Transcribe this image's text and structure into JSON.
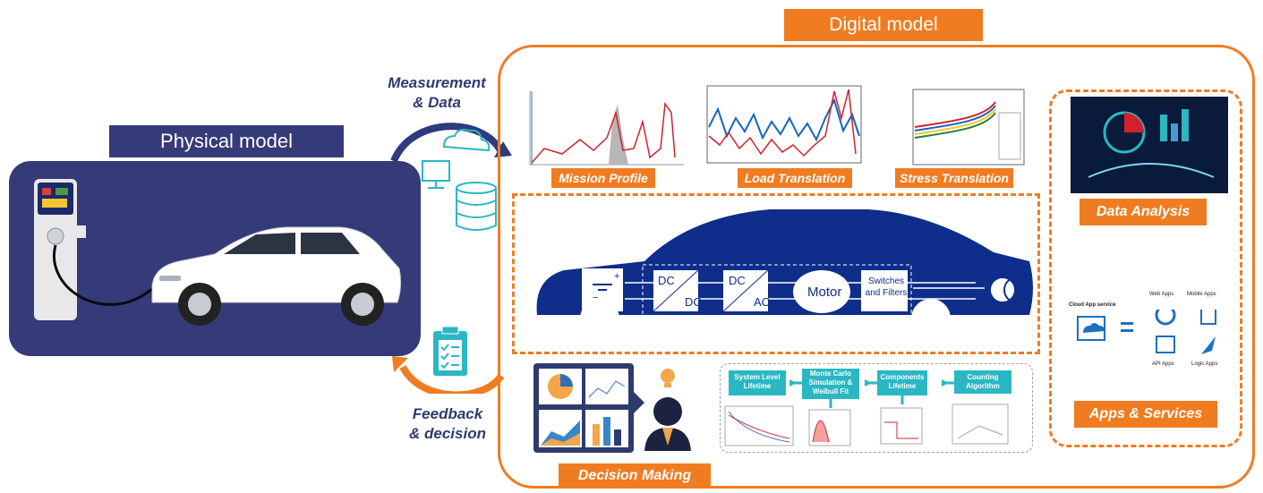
{
  "physical": {
    "title": "Physical model"
  },
  "digital": {
    "title": "Digital model"
  },
  "flow": {
    "measurement_line1": "Measurement",
    "measurement_line2": "& Data",
    "feedback_line1": "Feedback",
    "feedback_line2": "& decision"
  },
  "top_panels": {
    "mission": "Mission Profile",
    "load": "Load Translation",
    "stress": "Stress Translation"
  },
  "powertrain": {
    "battery": "Battery",
    "dcdc_a": "DC",
    "dcdc_b": "DC",
    "dcac_a": "DC",
    "dcac_b": "AC",
    "motor": "Motor",
    "switches_line1": "Switches",
    "switches_line2": "and Filters"
  },
  "lifetime_flow": {
    "system": "System Level\nLifetime",
    "monte_carlo": "Monte Carlo\nSimulation &\nWeibull Fit",
    "components": "Components\nLifetime",
    "counting": "Counting\nAlgorithm"
  },
  "right_panel": {
    "data_analysis": "Data Analysis",
    "apps_services": "Apps & Services",
    "cloud_app": "Cloud App service",
    "web_apps": "Web Apps",
    "mobile_apps": "Mobile Apps",
    "api_apps": "API Apps",
    "logic_apps": "Logic Apps"
  },
  "decision": {
    "label": "Decision Making"
  },
  "colors": {
    "orange": "#f07c22",
    "navy": "#353a78",
    "car_blue": "#0f2d8a",
    "teal": "#2ab7c3"
  }
}
